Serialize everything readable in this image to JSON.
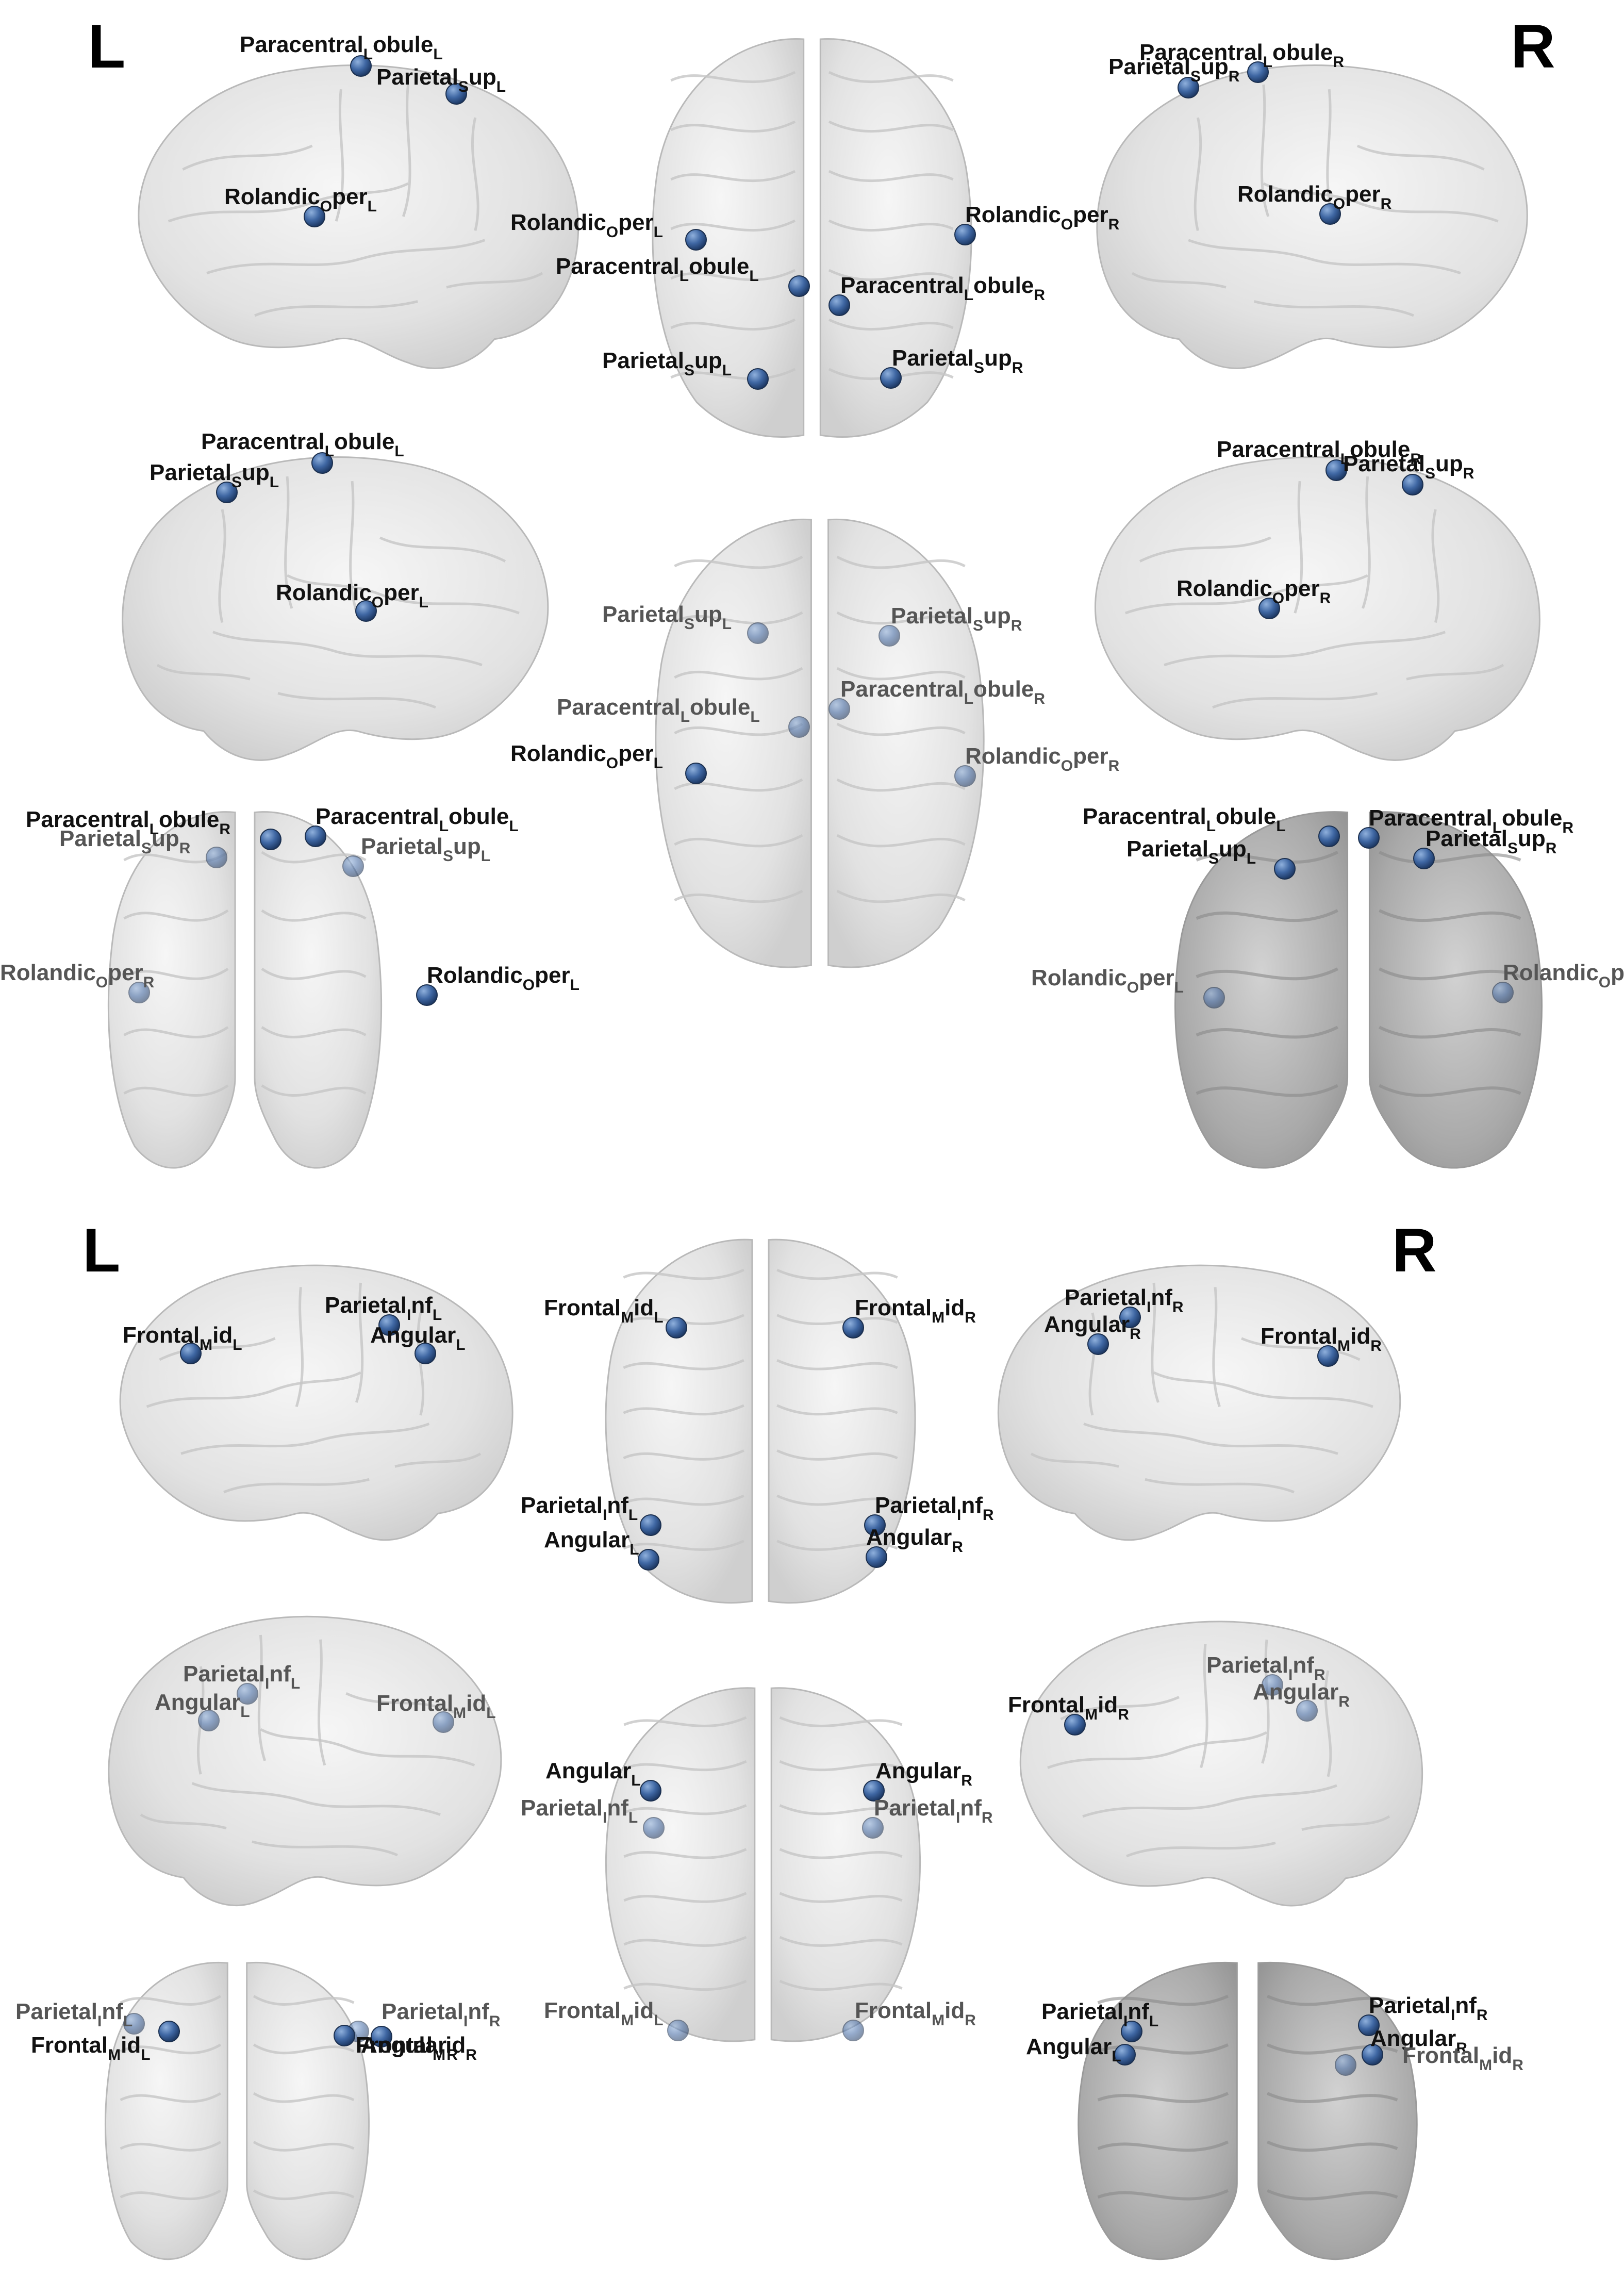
{
  "panels": [
    {
      "side_letters": {
        "left": "L",
        "right": "R"
      },
      "views": {
        "lateral_left": [
          {
            "label": "Paracentral",
            "sub": "L",
            "tail": "obule",
            "sub2": "L"
          },
          {
            "label": "Parietal",
            "sub": "S",
            "tail": "up",
            "sub2": "L"
          },
          {
            "label": "Rolandic",
            "sub": "O",
            "tail": "per",
            "sub2": "L"
          }
        ],
        "dorsal": [
          {
            "label": "Rolandic",
            "sub": "O",
            "tail": "per",
            "sub2": "L"
          },
          {
            "label": "Paracentral",
            "sub": "L",
            "tail": "obule",
            "sub2": "L"
          },
          {
            "label": "Paracentral",
            "sub": "L",
            "tail": "obule",
            "sub2": "R"
          },
          {
            "label": "Rolandic",
            "sub": "O",
            "tail": "per",
            "sub2": "R"
          },
          {
            "label": "Parietal",
            "sub": "S",
            "tail": "up",
            "sub2": "L"
          },
          {
            "label": "Parietal",
            "sub": "S",
            "tail": "up",
            "sub2": "R"
          }
        ],
        "lateral_right": [
          {
            "label": "Paracentral",
            "sub": "L",
            "tail": "obule",
            "sub2": "R"
          },
          {
            "label": "Parietal",
            "sub": "S",
            "tail": "up",
            "sub2": "R"
          },
          {
            "label": "Rolandic",
            "sub": "O",
            "tail": "per",
            "sub2": "R"
          }
        ],
        "medial_left": [
          {
            "label": "Paracentral",
            "sub": "L",
            "tail": "obule",
            "sub2": "L"
          },
          {
            "label": "Parietal",
            "sub": "S",
            "tail": "up",
            "sub2": "L"
          },
          {
            "label": "Rolandic",
            "sub": "O",
            "tail": "per",
            "sub2": "L"
          }
        ],
        "ventral": [
          {
            "label": "Parietal",
            "sub": "S",
            "tail": "up",
            "sub2": "L"
          },
          {
            "label": "Parietal",
            "sub": "S",
            "tail": "up",
            "sub2": "R"
          },
          {
            "label": "Paracentral",
            "sub": "L",
            "tail": "obule",
            "sub2": "L"
          },
          {
            "label": "Paracentral",
            "sub": "L",
            "tail": "obule",
            "sub2": "R"
          },
          {
            "label": "Rolandic",
            "sub": "O",
            "tail": "per",
            "sub2": "L"
          },
          {
            "label": "Rolandic",
            "sub": "O",
            "tail": "per",
            "sub2": "R"
          }
        ],
        "medial_right": [
          {
            "label": "Paracentral",
            "sub": "L",
            "tail": "obule",
            "sub2": "R"
          },
          {
            "label": "Parietal",
            "sub": "S",
            "tail": "up",
            "sub2": "R"
          },
          {
            "label": "Rolandic",
            "sub": "O",
            "tail": "per",
            "sub2": "R"
          }
        ],
        "anterior": [
          {
            "label": "Paracentral",
            "sub": "L",
            "tail": "obule",
            "sub2": "R"
          },
          {
            "label": "Parietal",
            "sub": "S",
            "tail": "up",
            "sub2": "R"
          },
          {
            "label": "Paracentral",
            "sub": "L",
            "tail": "obule",
            "sub2": "L"
          },
          {
            "label": "Parietal",
            "sub": "S",
            "tail": "up",
            "sub2": "L"
          },
          {
            "label": "Rolandic",
            "sub": "O",
            "tail": "per",
            "sub2": "R"
          },
          {
            "label": "Rolandic",
            "sub": "O",
            "tail": "per",
            "sub2": "L"
          }
        ],
        "posterior": [
          {
            "label": "Paracentral",
            "sub": "L",
            "tail": "obule",
            "sub2": "L"
          },
          {
            "label": "Parietal",
            "sub": "S",
            "tail": "up",
            "sub2": "L"
          },
          {
            "label": "Paracentral",
            "sub": "L",
            "tail": "obule",
            "sub2": "R"
          },
          {
            "label": "Parietal",
            "sub": "S",
            "tail": "up",
            "sub2": "R"
          },
          {
            "label": "Rolandic",
            "sub": "O",
            "tail": "per",
            "sub2": "L"
          },
          {
            "label": "Rolandic",
            "sub": "O",
            "tail": "per",
            "sub2": "R"
          }
        ]
      }
    },
    {
      "side_letters": {
        "left": "L",
        "right": "R"
      },
      "views": {
        "lateral_left": [
          {
            "label": "Parietal",
            "sub": "I",
            "tail": "nf",
            "sub2": "L"
          },
          {
            "label": "Angular",
            "sub": "",
            "tail": "",
            "sub2": "L"
          },
          {
            "label": "Frontal",
            "sub": "M",
            "tail": "id",
            "sub2": "L"
          }
        ],
        "dorsal": [
          {
            "label": "Frontal",
            "sub": "M",
            "tail": "id",
            "sub2": "L"
          },
          {
            "label": "Frontal",
            "sub": "M",
            "tail": "id",
            "sub2": "R"
          },
          {
            "label": "Parietal",
            "sub": "I",
            "tail": "nf",
            "sub2": "L"
          },
          {
            "label": "Parietal",
            "sub": "I",
            "tail": "nf",
            "sub2": "R"
          },
          {
            "label": "Angular",
            "sub": "",
            "tail": "",
            "sub2": "L"
          },
          {
            "label": "Angular",
            "sub": "",
            "tail": "",
            "sub2": "R"
          }
        ],
        "lateral_right": [
          {
            "label": "Parietal",
            "sub": "I",
            "tail": "nf",
            "sub2": "R"
          },
          {
            "label": "Angular",
            "sub": "",
            "tail": "",
            "sub2": "R"
          },
          {
            "label": "Frontal",
            "sub": "M",
            "tail": "id",
            "sub2": "R"
          }
        ],
        "medial_left": [
          {
            "label": "Parietal",
            "sub": "I",
            "tail": "nf",
            "sub2": "L"
          },
          {
            "label": "Angular",
            "sub": "",
            "tail": "",
            "sub2": "L"
          },
          {
            "label": "Frontal",
            "sub": "M",
            "tail": "id",
            "sub2": "L"
          }
        ],
        "ventral": [
          {
            "label": "Angular",
            "sub": "",
            "tail": "",
            "sub2": "L"
          },
          {
            "label": "Angular",
            "sub": "",
            "tail": "",
            "sub2": "R"
          },
          {
            "label": "Parietal",
            "sub": "I",
            "tail": "nf",
            "sub2": "L"
          },
          {
            "label": "Parietal",
            "sub": "I",
            "tail": "nf",
            "sub2": "R"
          },
          {
            "label": "Frontal",
            "sub": "M",
            "tail": "id",
            "sub2": "L"
          },
          {
            "label": "Frontal",
            "sub": "M",
            "tail": "id",
            "sub2": "R"
          }
        ],
        "medial_right": [
          {
            "label": "Parietal",
            "sub": "I",
            "tail": "nf",
            "sub2": "R"
          },
          {
            "label": "Angular",
            "sub": "",
            "tail": "",
            "sub2": "R"
          },
          {
            "label": "Frontal",
            "sub": "M",
            "tail": "id",
            "sub2": "R"
          }
        ],
        "anterior": [
          {
            "label": "Parietal",
            "sub": "I",
            "tail": "nf",
            "sub2": "R"
          },
          {
            "label": "Angular",
            "sub": "",
            "tail": "",
            "sub2": "R"
          },
          {
            "label": "Frontal",
            "sub": "M",
            "tail": "id",
            "sub2": "R"
          },
          {
            "label": "Parietal",
            "sub": "I",
            "tail": "nf",
            "sub2": "L"
          },
          {
            "label": "Frontal",
            "sub": "M",
            "tail": "id",
            "sub2": "L"
          }
        ],
        "posterior": [
          {
            "label": "Parietal",
            "sub": "I",
            "tail": "nf",
            "sub2": "L"
          },
          {
            "label": "Angular",
            "sub": "",
            "tail": "",
            "sub2": "L"
          },
          {
            "label": "Parietal",
            "sub": "I",
            "tail": "nf",
            "sub2": "R"
          },
          {
            "label": "Angular",
            "sub": "",
            "tail": "",
            "sub2": "R"
          },
          {
            "label": "Frontal",
            "sub": "M",
            "tail": "id",
            "sub2": "R"
          }
        ]
      }
    }
  ]
}
